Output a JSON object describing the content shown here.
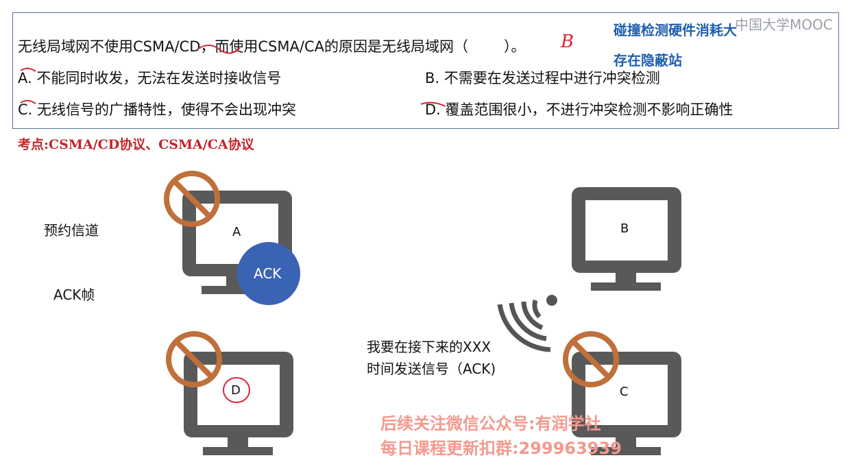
{
  "question": {
    "stem_prefix": "无线局域网不使用CSMA/CD，而使用CSMA/CA的原因是无线局域网（",
    "answer": "B",
    "stem_suffix": "）。",
    "options": [
      {
        "letter": "A",
        "text": ". 不能同时收发，无法在发送时接收信号"
      },
      {
        "letter": "B",
        "text": ". 不需要在发送过程中进行冲突检测"
      },
      {
        "letter": "C",
        "text": ". 无线信号的广播特性，使得不会出现冲突"
      },
      {
        "letter": "D",
        "text": ". 覆盖范围很小，不进行冲突检测不影响正确性"
      }
    ]
  },
  "notes": {
    "collision_hw": "碰撞检测硬件消耗大",
    "hidden_station": "存在隐蔽站"
  },
  "watermark": "中国大学MOOC",
  "kaodian": "考点:CSMA/CD协议、CSMA/CA协议",
  "labels": {
    "reserve_channel": "预约信道",
    "ack_frame": "ACK帧",
    "ack_badge": "ACK",
    "msg_line1": "我要在接下来的XXX",
    "msg_line2": "时间发送信号（ACK)"
  },
  "stations": {
    "a": "A",
    "b": "B",
    "c": "C",
    "d": "D"
  },
  "promo": {
    "line1": "后续关注微信公众号:有润学社",
    "line2": "每日课程更新扣群:299963939"
  },
  "colors": {
    "monitor": "#595959",
    "prohibit": "#c0703b",
    "ack_circle": "#3b63b3",
    "annotation_red": "#d8243a",
    "note_blue": "#1f5fae"
  }
}
